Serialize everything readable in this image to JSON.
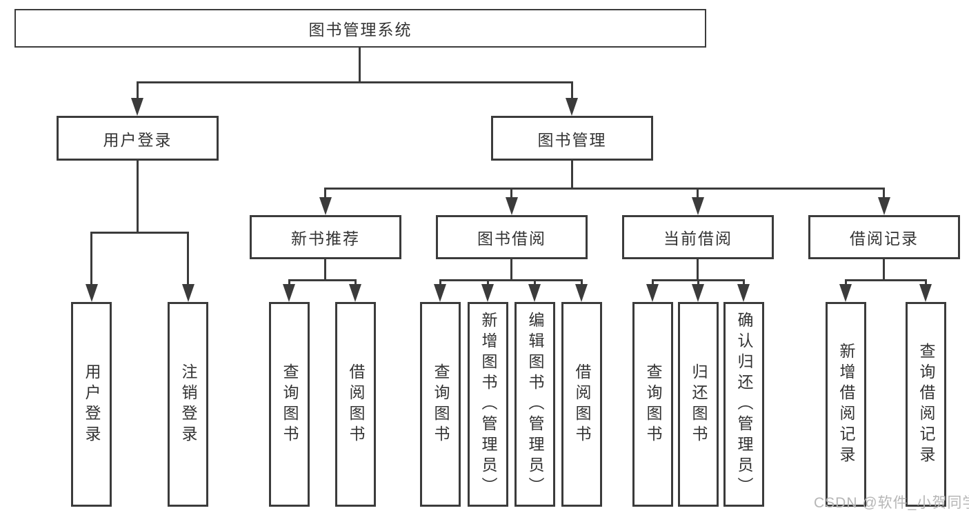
{
  "tree": {
    "root": {
      "label": "图书管理系统",
      "children": [
        {
          "label": "用户登录",
          "children": [
            {
              "label": "用户登录"
            },
            {
              "label": "注销登录"
            }
          ]
        },
        {
          "label": "图书管理",
          "children": [
            {
              "label": "新书推荐",
              "children": [
                {
                  "label": "查询图书"
                },
                {
                  "label": "借阅图书"
                }
              ]
            },
            {
              "label": "图书借阅",
              "children": [
                {
                  "label": "查询图书"
                },
                {
                  "label": "新增图书（管理员）"
                },
                {
                  "label": "编辑图书（管理员）"
                },
                {
                  "label": "借阅图书"
                }
              ]
            },
            {
              "label": "当前借阅",
              "children": [
                {
                  "label": "查询图书"
                },
                {
                  "label": "归还图书"
                },
                {
                  "label": "确认归还（管理员）"
                }
              ]
            },
            {
              "label": "借阅记录",
              "children": [
                {
                  "label": "新增借阅记录"
                },
                {
                  "label": "查询借阅记录"
                }
              ]
            }
          ]
        }
      ]
    }
  },
  "watermark": {
    "text": "CSDN @软件_小贺同学"
  },
  "colors": {
    "line": "#3b3b3b",
    "text": "#333333",
    "watermark": "#b6b6b6",
    "background": "#ffffff"
  }
}
